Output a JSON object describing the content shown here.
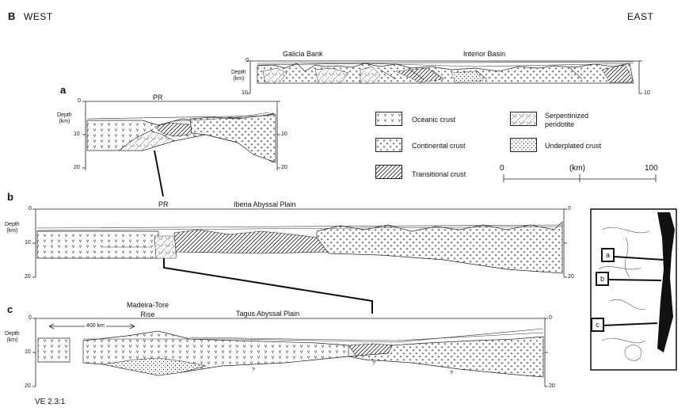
{
  "figure": {
    "panel_letter": "B",
    "west": "WEST",
    "east": "EAST",
    "ve_note": "VE 2.3:1"
  },
  "galicia": {
    "label_left": "Galicia Bank",
    "label_right": "Interior Basin",
    "depth_label": "Depth\n(km)",
    "ticks": [
      "0",
      "10"
    ]
  },
  "section_a": {
    "letter": "a",
    "marker": "PR",
    "depth_label": "Depth\n(km)",
    "ticks": [
      "0",
      "10",
      "20"
    ]
  },
  "section_b": {
    "letter": "b",
    "marker": "PR",
    "title": "Iberia Abyssal Plain",
    "depth_label": "Depth\n(km)",
    "ticks": [
      "0",
      "10",
      "20"
    ]
  },
  "section_c": {
    "letter": "c",
    "rise_label": "Madeira-Tore\nRise",
    "plain_label": "Tagus Abyssal Plain",
    "distance": "400 km",
    "depth_label": "Depth\n(km)",
    "ticks": [
      "0",
      "10",
      "20"
    ],
    "question_mark": "?"
  },
  "legend": {
    "items": [
      {
        "label": "Oceanic crust",
        "pattern": "oceanic"
      },
      {
        "label": "Serpentinized\nperidotite",
        "pattern": "serpentinite"
      },
      {
        "label": "Continental crust",
        "pattern": "continental"
      },
      {
        "label": "Underplated crust",
        "pattern": "underplated"
      },
      {
        "label": "Transitional crust",
        "pattern": "transitional"
      }
    ],
    "scale": {
      "start": "0",
      "unit": "(km)",
      "end": "100"
    }
  },
  "inset_map": {
    "markers": [
      "a",
      "b",
      "c"
    ]
  }
}
